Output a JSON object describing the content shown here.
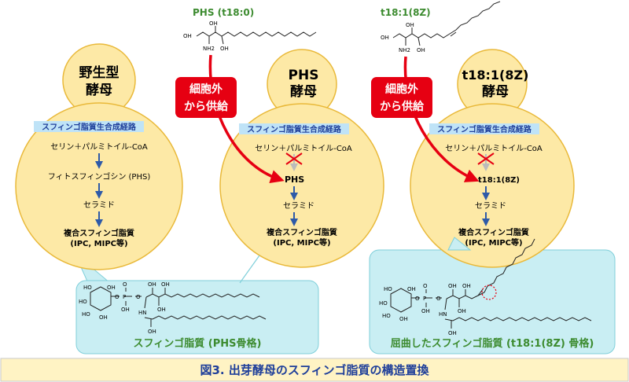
{
  "labels": {
    "phs_top": "PHS (t18:0)",
    "t181_top": "t18:1(8Z)",
    "wildtype_line1": "野生型",
    "wildtype_line2": "酵母",
    "phs_yeast_line1": "PHS",
    "phs_yeast_line2": "酵母",
    "t181_yeast_line1": "t18:1(8Z)",
    "t181_yeast_line2": "酵母",
    "supply_line1": "細胞外",
    "supply_line2": "から供給",
    "pathway_title": "スフィンゴ脂質生合成経路",
    "serine": "セリン＋パルミトイル-CoA",
    "phytosphingosine": "フィトスフィンゴシン (PHS)",
    "ceramide": "セラミド",
    "complex1": "複合スフィンゴ脂質",
    "complex2": "(IPC, MIPC等)",
    "phs": "PHS",
    "t181": "t18:1(8Z)",
    "lipid_phs": "スフィンゴ脂質 (PHS骨格)",
    "lipid_bent": "屈曲したスフィンゴ脂質 (t18:1(8Z) 骨格)",
    "caption": "図3. 出芽酵母のスフィンゴ脂質の構造置換"
  },
  "chem": {
    "oh": "OH",
    "nh2": "NH2",
    "ho": "HO",
    "o": "O",
    "p": "P",
    "hn": "HN"
  },
  "colors": {
    "cell_fill": "#fde9a6",
    "cell_stroke": "#e9b93a",
    "arrow_blue": "#2e5aa8",
    "supply_red": "#e60012",
    "panel_fill": "#c9eef3",
    "caption_fill": "#fff3c4",
    "caption_text": "#1f3f9a",
    "title_green": "#3c8b2f",
    "pathway_title_bg": "#bfe3f7"
  }
}
